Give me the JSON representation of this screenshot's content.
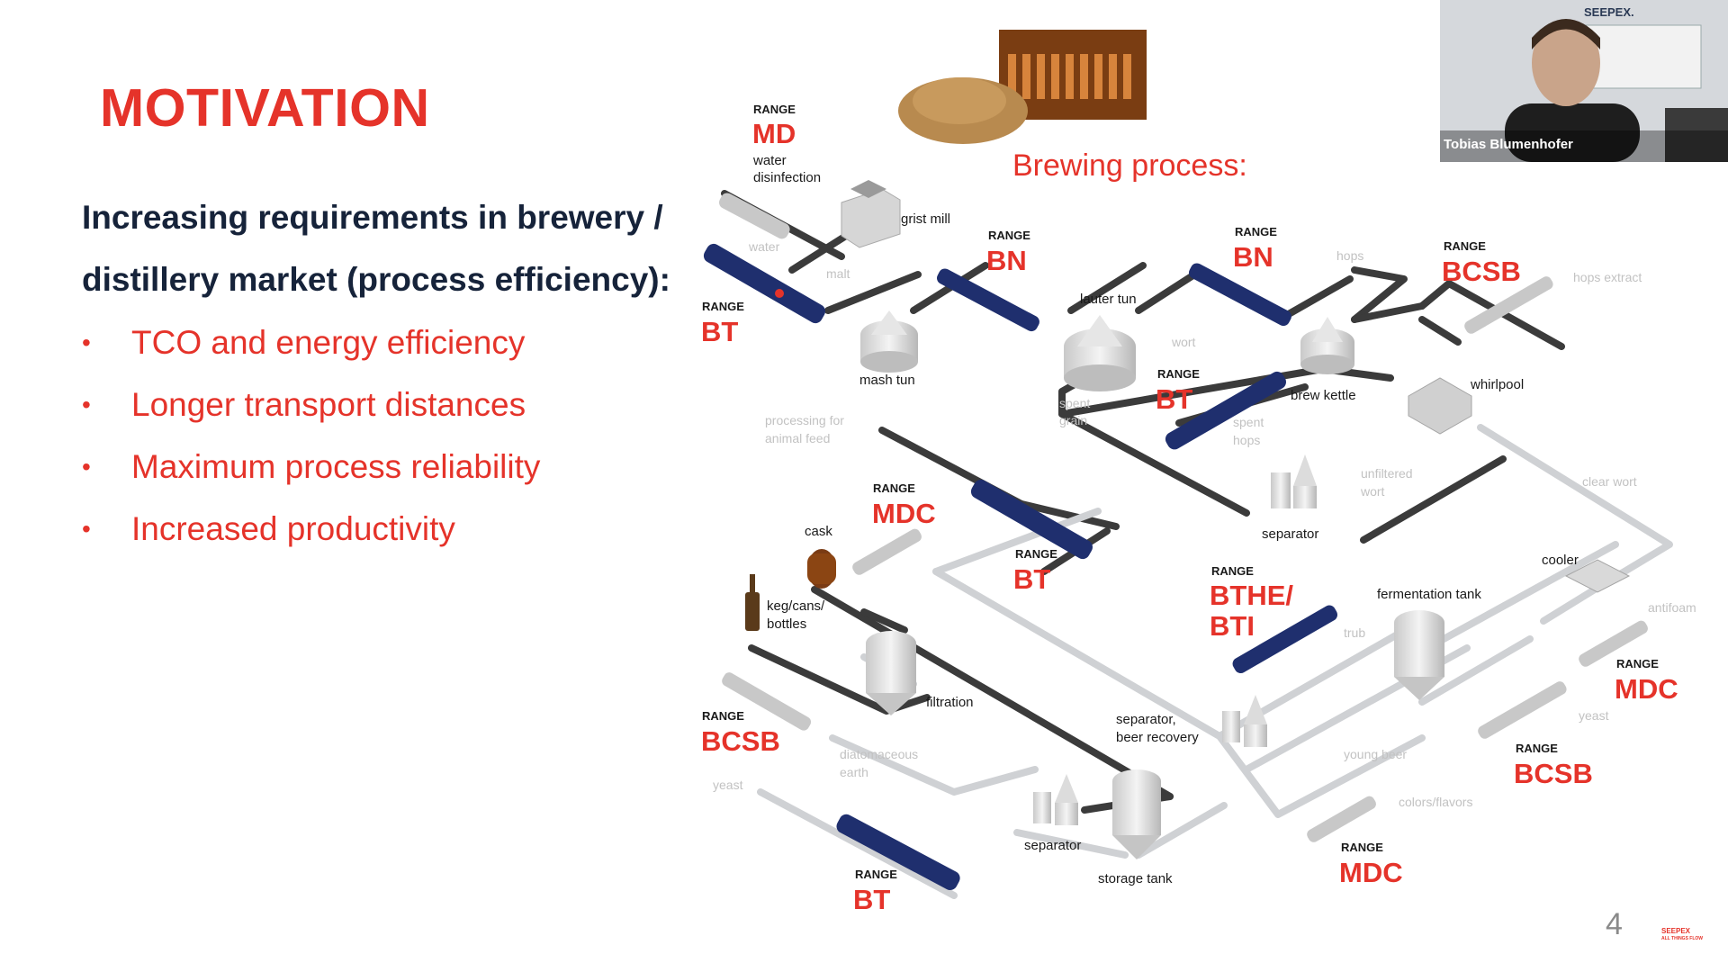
{
  "slide": {
    "title": "MOTIVATION",
    "heading_line1": "Increasing requirements in brewery /",
    "heading_line2": "distillery market (process efficiency):",
    "bullet_char": "•",
    "bullets": [
      "TCO and energy efficiency",
      "Longer transport distances",
      "Maximum process reliability",
      "Increased productivity"
    ],
    "page_number": "4",
    "footer_logo": "SEEPEX",
    "footer_logo_sub": "ALL THINGS FLOW"
  },
  "diagram": {
    "title": "Brewing process:",
    "range_word": "RANGE",
    "ranges": [
      "MD",
      "BN",
      "BN",
      "BCSB",
      "BT",
      "BT",
      "MDC",
      "BT",
      "BTHE/",
      "BTI",
      "MDC",
      "BCSB",
      "BCSB",
      "BT",
      "MDC"
    ],
    "equipment": {
      "water_disinfection_1": "water",
      "water_disinfection_2": "disinfection",
      "grist_mill": "grist mill",
      "mash_tun": "mash tun",
      "lauter_tun": "lauter tun",
      "brew_kettle": "brew kettle",
      "whirlpool": "whirlpool",
      "separator_1": "separator",
      "cask": "cask",
      "keg_1": "keg/cans/",
      "keg_2": "bottles",
      "fermentation_tank": "fermentation tank",
      "cooler": "cooler",
      "filtration": "filtration",
      "sep_beer_1": "separator,",
      "sep_beer_2": "beer recovery",
      "separator_2": "separator",
      "storage_tank": "storage tank"
    },
    "flows": {
      "water": "water",
      "malt": "malt",
      "hops": "hops",
      "hops_extract": "hops extract",
      "wort": "wort",
      "spent_grain_1": "spent",
      "spent_grain_2": "grain",
      "spent_hops_1": "spent",
      "spent_hops_2": "hops",
      "animal_feed_1": "processing for",
      "animal_feed_2": "animal feed",
      "unfiltered_1": "unfiltered",
      "unfiltered_2": "wort",
      "clear_wort": "clear wort",
      "antifoam": "antifoam",
      "trub": "trub",
      "yeast_1": "yeast",
      "young_beer": "young beer",
      "colors_flavors": "colors/flavors",
      "diatomaceous_1": "diatomaceous",
      "diatomaceous_2": "earth",
      "yeast_2": "yeast"
    }
  },
  "video": {
    "participant_name": "Tobias Blumenhofer",
    "brand": "SEEPEX."
  },
  "colors": {
    "accent_red": "#e5332a",
    "heading_navy": "#16233a",
    "pipe_dark": "#3b3b3b",
    "pipe_light": "#cfd1d4",
    "pump_blue": "#1f2f6e"
  }
}
